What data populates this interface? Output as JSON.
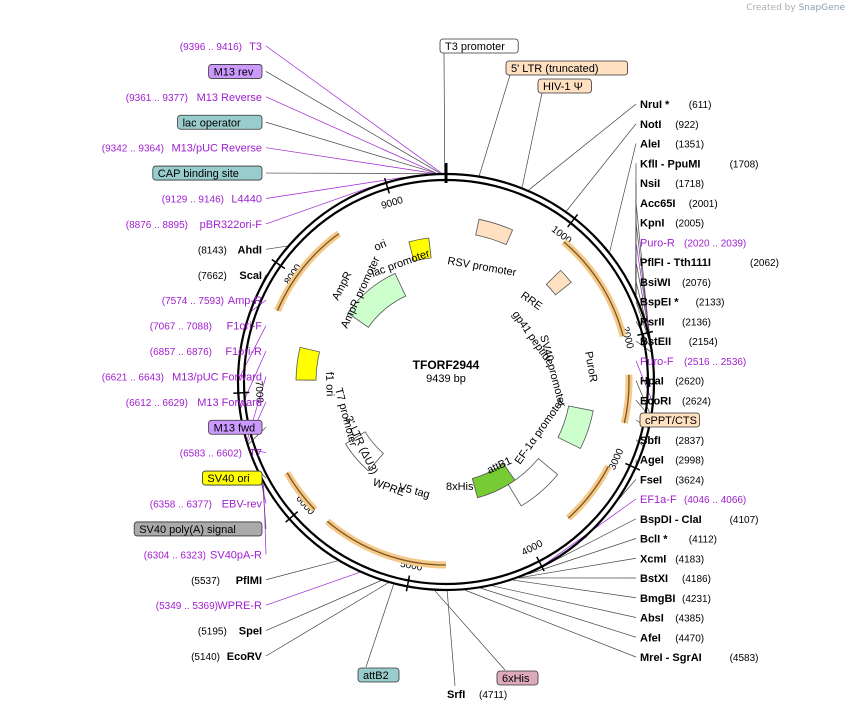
{
  "credit": {
    "prefix": "Created by",
    "brand": "SnapGene"
  },
  "plasmid": {
    "name": "TFORF2944",
    "size": "9439 bp",
    "length": 9439
  },
  "colors": {
    "primer": "#a020d0",
    "backbone": "#000000",
    "arrow_fill": "#f4c98a",
    "arrow_stroke": "#7a5520",
    "ori": "#ffff00",
    "ampr": "#ccffcc",
    "puro": "#ccffcc",
    "ef1a": "#77cc33",
    "ltr": "#ffe0c0",
    "lac_operator": "#99cccc",
    "cap": "#99cccc",
    "m13": "#cc99ff",
    "sv40ori": "#ffff00",
    "polyA": "#aaaaaa",
    "attb": "#99cccc",
    "his": "#ddaabb"
  },
  "ruler_ticks": [
    {
      "bp": 1000,
      "label": "1000"
    },
    {
      "bp": 2000,
      "label": "2000"
    },
    {
      "bp": 3000,
      "label": "3000"
    },
    {
      "bp": 4000,
      "label": "4000"
    },
    {
      "bp": 5000,
      "label": "5000"
    },
    {
      "bp": 6000,
      "label": "6000"
    },
    {
      "bp": 7000,
      "label": "7000"
    },
    {
      "bp": 8000,
      "label": "8000"
    },
    {
      "bp": 9000,
      "label": "9000"
    }
  ],
  "right_labels": [
    {
      "kind": "site",
      "name": "NruI *",
      "pos": "(611)",
      "bp": 611
    },
    {
      "kind": "site",
      "name": "NotI",
      "pos": "(922)",
      "bp": 922
    },
    {
      "kind": "site",
      "name": "AleI",
      "pos": "(1351)",
      "bp": 1351
    },
    {
      "kind": "site",
      "name": "KflI - PpuMI",
      "pos": "(1708)",
      "bp": 1708
    },
    {
      "kind": "site",
      "name": "NsiI",
      "pos": "(1718)",
      "bp": 1718
    },
    {
      "kind": "site",
      "name": "Acc65I",
      "pos": "(2001)",
      "bp": 2001
    },
    {
      "kind": "site",
      "name": "KpnI",
      "pos": "(2005)",
      "bp": 2005
    },
    {
      "kind": "primer",
      "name": "Puro-R",
      "pos": "(2020 .. 2039)",
      "bp": 2030
    },
    {
      "kind": "site",
      "name": "PflFI - Tth111I",
      "pos": "(2062)",
      "bp": 2062
    },
    {
      "kind": "site",
      "name": "BsiWI",
      "pos": "(2076)",
      "bp": 2076
    },
    {
      "kind": "site",
      "name": "BspEI *",
      "pos": "(2133)",
      "bp": 2133
    },
    {
      "kind": "site",
      "name": "RsrII",
      "pos": "(2136)",
      "bp": 2136
    },
    {
      "kind": "site",
      "name": "BstEII",
      "pos": "(2154)",
      "bp": 2154
    },
    {
      "kind": "primer",
      "name": "Puro-F",
      "pos": "(2516 .. 2536)",
      "bp": 2526
    },
    {
      "kind": "site",
      "name": "HpaI",
      "pos": "(2620)",
      "bp": 2620
    },
    {
      "kind": "site",
      "name": "EcoRI",
      "pos": "(2624)",
      "bp": 2624
    },
    {
      "kind": "box",
      "name": "cPPT/CTS",
      "pos": "",
      "bp": 2700,
      "color": "ltr"
    },
    {
      "kind": "site",
      "name": "SbfI",
      "pos": "(2837)",
      "bp": 2837
    },
    {
      "kind": "site",
      "name": "AgeI",
      "pos": "(2998)",
      "bp": 2998
    },
    {
      "kind": "site",
      "name": "FseI",
      "pos": "(3624)",
      "bp": 3624
    },
    {
      "kind": "primer",
      "name": "EF1a-F",
      "pos": "(4046 .. 4066)",
      "bp": 4056
    },
    {
      "kind": "site",
      "name": "BspDI - ClaI",
      "pos": "(4107)",
      "bp": 4107
    },
    {
      "kind": "site",
      "name": "BclI *",
      "pos": "(4112)",
      "bp": 4112
    },
    {
      "kind": "site",
      "name": "XcmI",
      "pos": "(4183)",
      "bp": 4183
    },
    {
      "kind": "site",
      "name": "BstXI",
      "pos": "(4186)",
      "bp": 4186
    },
    {
      "kind": "site",
      "name": "BmgBI",
      "pos": "(4231)",
      "bp": 4231
    },
    {
      "kind": "site",
      "name": "AbsI",
      "pos": "(4385)",
      "bp": 4385
    },
    {
      "kind": "site",
      "name": "AfeI",
      "pos": "(4470)",
      "bp": 4470
    },
    {
      "kind": "site",
      "name": "MreI - SgrAI",
      "pos": "(4583)",
      "bp": 4583
    }
  ],
  "left_labels": [
    {
      "kind": "primer",
      "name": "T3",
      "pos": "(9396 .. 9416)",
      "bp": 9406
    },
    {
      "kind": "box",
      "name": "M13 rev",
      "pos": "",
      "bp": 9395,
      "color": "m13"
    },
    {
      "kind": "primer",
      "name": "M13 Reverse",
      "pos": "(9361 .. 9377)",
      "bp": 9369
    },
    {
      "kind": "box",
      "name": "lac operator",
      "pos": "",
      "bp": 9370,
      "color": "lac_operator"
    },
    {
      "kind": "primer",
      "name": "M13/pUC Reverse",
      "pos": "(9342 .. 9364)",
      "bp": 9353
    },
    {
      "kind": "box",
      "name": "CAP binding site",
      "pos": "",
      "bp": 9330,
      "color": "cap"
    },
    {
      "kind": "primer",
      "name": "L4440",
      "pos": "(9129 .. 9146)",
      "bp": 9137
    },
    {
      "kind": "primer",
      "name": "pBR322ori-F",
      "pos": "(8876 .. 8895)",
      "bp": 8885
    },
    {
      "kind": "site",
      "name": "AhdI",
      "pos": "(8143)",
      "bp": 8143
    },
    {
      "kind": "site",
      "name": "ScaI",
      "pos": "(7662)",
      "bp": 7662
    },
    {
      "kind": "primer",
      "name": "Amp-R",
      "pos": "(7574 .. 7593)",
      "bp": 7583
    },
    {
      "kind": "primer",
      "name": "F1ori-F",
      "pos": "(7067 .. 7088)",
      "bp": 7077
    },
    {
      "kind": "primer",
      "name": "F1ori-R",
      "pos": "(6857 .. 6876)",
      "bp": 6866
    },
    {
      "kind": "primer",
      "name": "M13/pUC Forward",
      "pos": "(6621 .. 6643)",
      "bp": 6632
    },
    {
      "kind": "primer",
      "name": "M13 Forward",
      "pos": "(6612 .. 6629)",
      "bp": 6620
    },
    {
      "kind": "box",
      "name": "M13 fwd",
      "pos": "",
      "bp": 6615,
      "color": "m13"
    },
    {
      "kind": "primer",
      "name": "T7",
      "pos": "(6583 .. 6602)",
      "bp": 6592
    },
    {
      "kind": "box",
      "name": "SV40 ori",
      "pos": "",
      "bp": 6450,
      "color": "sv40ori"
    },
    {
      "kind": "primer",
      "name": "EBV-rev",
      "pos": "(6358 .. 6377)",
      "bp": 6367
    },
    {
      "kind": "box",
      "name": "SV40 poly(A) signal",
      "pos": "",
      "bp": 6330,
      "color": "polyA"
    },
    {
      "kind": "primer",
      "name": "SV40pA-R",
      "pos": "(6304 .. 6323)",
      "bp": 6313
    },
    {
      "kind": "site",
      "name": "PflMI",
      "pos": "(5537)",
      "bp": 5537
    },
    {
      "kind": "primer",
      "name": "WPRE-R",
      "pos": "(5349 .. 5369)",
      "bp": 5359
    },
    {
      "kind": "site",
      "name": "SpeI",
      "pos": "(5195)",
      "bp": 5195
    },
    {
      "kind": "site",
      "name": "EcoRV",
      "pos": "(5140)",
      "bp": 5140
    }
  ],
  "top_labels": [
    {
      "kind": "box",
      "name": "T3 promoter",
      "pos": "",
      "bp": 9430,
      "color": "white"
    },
    {
      "kind": "box",
      "name": "5' LTR (truncated)",
      "pos": "",
      "bp": 240,
      "color": "ltr"
    },
    {
      "kind": "box",
      "name": "HIV-1 Ψ",
      "pos": "",
      "bp": 560,
      "color": "ltr"
    }
  ],
  "bottom_labels": [
    {
      "kind": "box",
      "name": "attB2",
      "pos": "",
      "bp": 5100,
      "color": "attb"
    },
    {
      "kind": "site",
      "name": "SrfI",
      "pos": "(4711)",
      "bp": 4711
    },
    {
      "kind": "box",
      "name": "6xHis",
      "pos": "",
      "bp": 4800,
      "color": "his"
    }
  ],
  "inner_labels": [
    {
      "text": "ori"
    },
    {
      "text": "lac promoter"
    },
    {
      "text": "RSV promoter"
    },
    {
      "text": "RRE"
    },
    {
      "text": "gp41 peptide"
    },
    {
      "text": "SV40 promoter"
    },
    {
      "text": "PuroR"
    },
    {
      "text": "AmpR"
    },
    {
      "text": "AmpR promoter"
    },
    {
      "text": "f1 ori"
    },
    {
      "text": "T7 promoter"
    },
    {
      "text": "3' LTR (ΔU3)"
    },
    {
      "text": "WPRE"
    },
    {
      "text": "V5 tag"
    },
    {
      "text": "8xHis"
    },
    {
      "text": "attB1"
    },
    {
      "text": "EF-1α promoter"
    }
  ]
}
